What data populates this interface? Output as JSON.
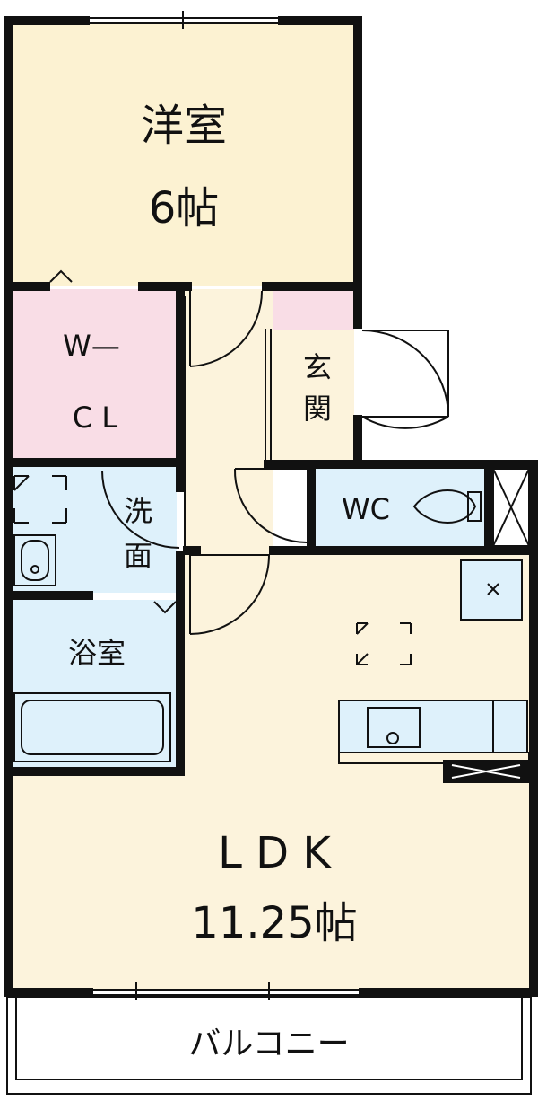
{
  "rooms": {
    "western_room": {
      "name": "洋室",
      "size": "6帖"
    },
    "walk_in_closet": {
      "line1": "W—",
      "line2": "C L"
    },
    "entrance": {
      "char1": "玄",
      "char2": "関"
    },
    "toilet": {
      "name": "WC"
    },
    "washroom": {
      "char1": "洗",
      "char2": "面"
    },
    "bathroom": {
      "name": "浴室"
    },
    "ldk": {
      "name": "L D K",
      "size": "11.25帖"
    },
    "balcony": {
      "name": "バルコニー"
    }
  },
  "colors": {
    "western_room": "#fcf2d2",
    "ldk": "#fcf3dc",
    "closet": "#f9dde6",
    "entrance_step": "#f9dde6",
    "wet_area": "#def1fb",
    "wall": "#111111"
  }
}
